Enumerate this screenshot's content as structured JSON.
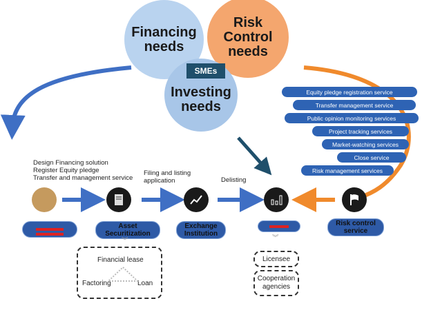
{
  "needs": {
    "financing": "Financing needs",
    "risk": "Risk Control needs",
    "investing": "Investing needs",
    "smes": "SMEs"
  },
  "services": [
    "Equity pledge registration service",
    "Transfer management service",
    "Public opinion monitoring services",
    "Project tracking services",
    "Market-watching services",
    "Close service",
    "Risk management services"
  ],
  "steps": {
    "step1_notes": [
      "Design Financing solution",
      "Register Equity pledge",
      "Transfer and management service"
    ],
    "step2_note": "Filing and listing application",
    "step3_note": "Delisting"
  },
  "nodes": {
    "asset": "Asset Securitization",
    "exchange": "Exchange Institution",
    "risk": "Risk control service"
  },
  "left_box": {
    "top": "Financial lease",
    "left": "Factoring",
    "right": "Loan"
  },
  "right_boxes": [
    "Licensee",
    "Cooperation agencies"
  ],
  "colors": {
    "blue": "#3f6fc4",
    "orange": "#f08a2c",
    "pill": "#2e5aa6"
  }
}
